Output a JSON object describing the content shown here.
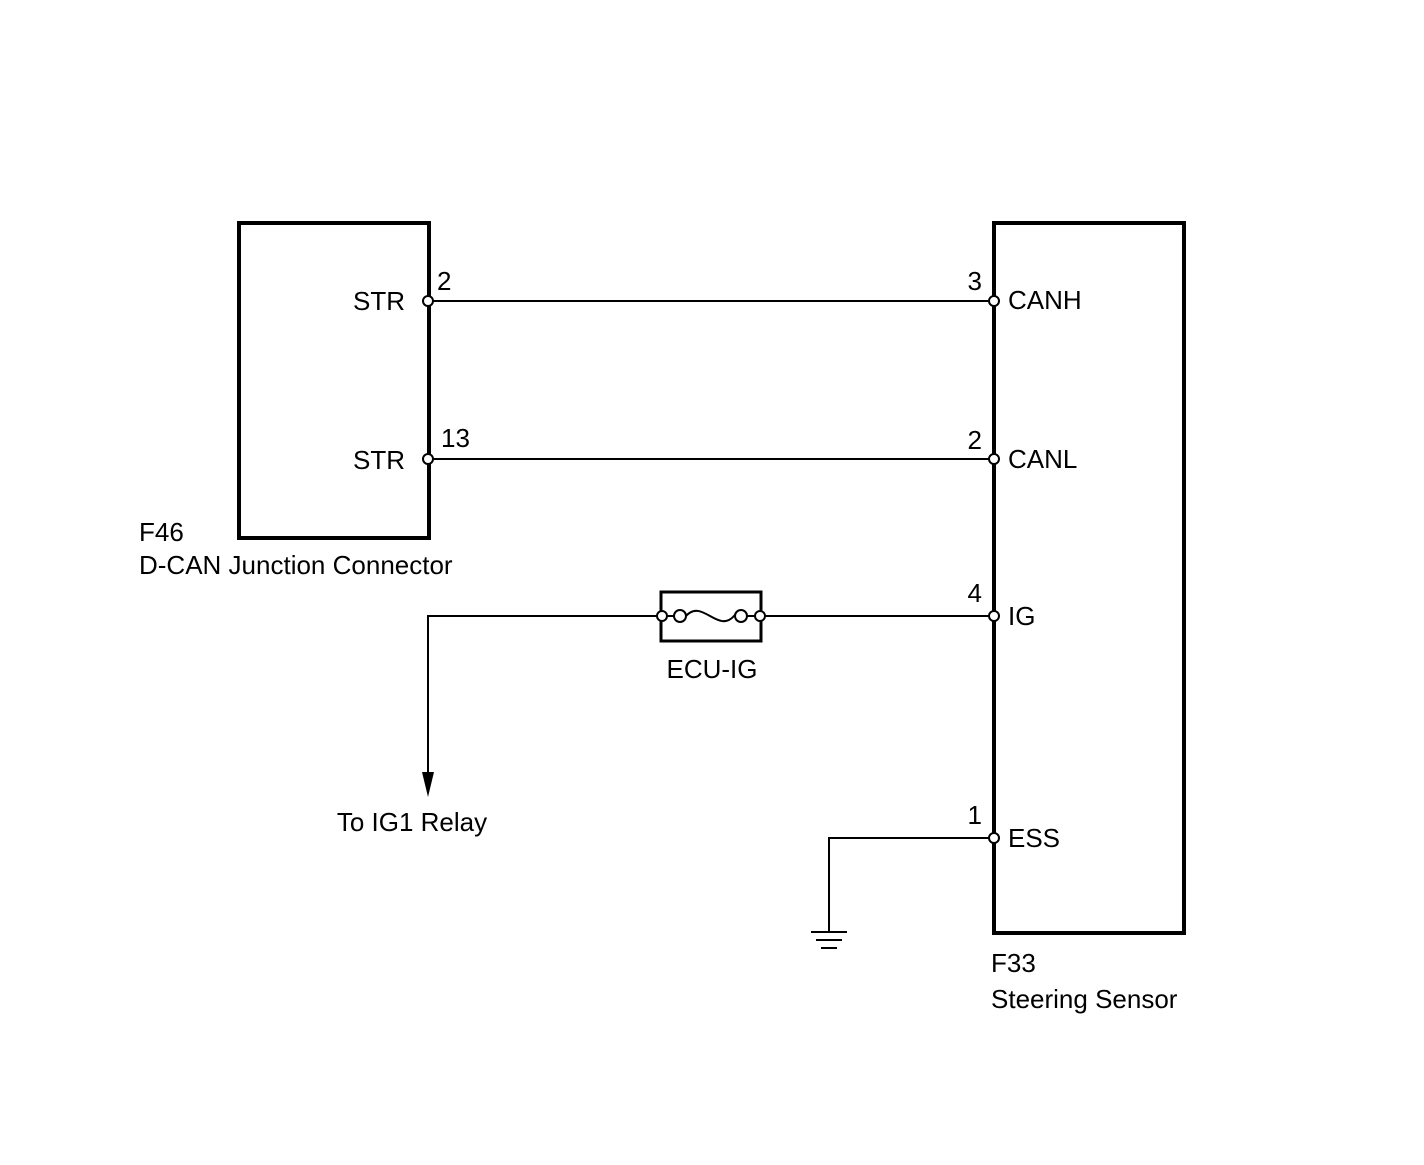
{
  "connectors": {
    "f46": {
      "code": "F46",
      "name": "D-CAN Junction Connector",
      "pins": [
        {
          "number": "2",
          "signal": "STR"
        },
        {
          "number": "13",
          "signal": "STR"
        }
      ]
    },
    "f33": {
      "code": "F33",
      "name": "Steering Sensor",
      "pins": [
        {
          "number": "3",
          "signal": "CANH"
        },
        {
          "number": "2",
          "signal": "CANL"
        },
        {
          "number": "4",
          "signal": "IG"
        },
        {
          "number": "1",
          "signal": "ESS"
        }
      ]
    }
  },
  "fuse": {
    "label": "ECU-IG"
  },
  "relay": {
    "label": "To IG1 Relay"
  },
  "icons": {
    "fuse": "fuse-icon",
    "ground": "ground-icon",
    "arrow": "arrow-down-icon"
  }
}
